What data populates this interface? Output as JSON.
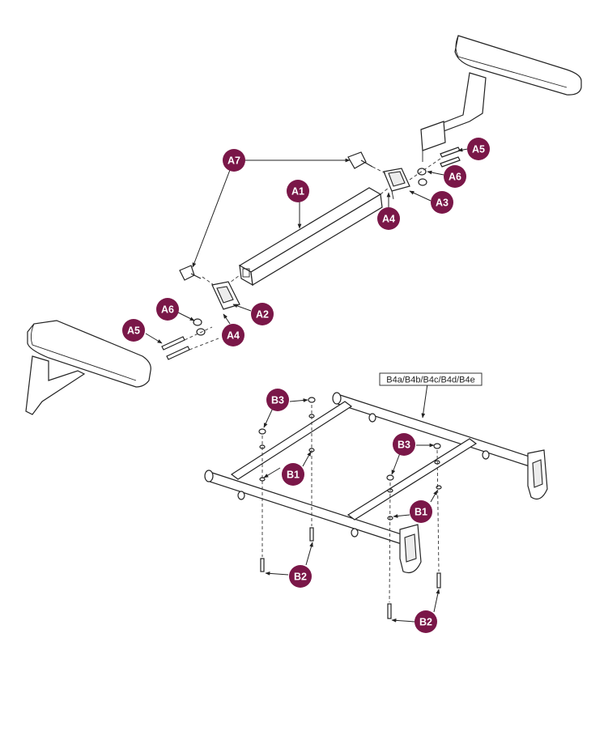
{
  "callouts": {
    "a1": "A1",
    "a2": "A2",
    "a3": "A3",
    "a4_left": "A4",
    "a4_right": "A4",
    "a5_left": "A5",
    "a5_right": "A5",
    "a6_left": "A6",
    "a6_right": "A6",
    "a7": "A7",
    "b1_left": "B1",
    "b1_right": "B1",
    "b2_left": "B2",
    "b2_right": "B2",
    "b3_left": "B3",
    "b3_right": "B3"
  },
  "frame_tag": "B4a/B4b/B4c/B4d/B4e",
  "colors": {
    "callout_fill": "#7a1748",
    "callout_text": "#ffffff",
    "line": "#222222"
  }
}
